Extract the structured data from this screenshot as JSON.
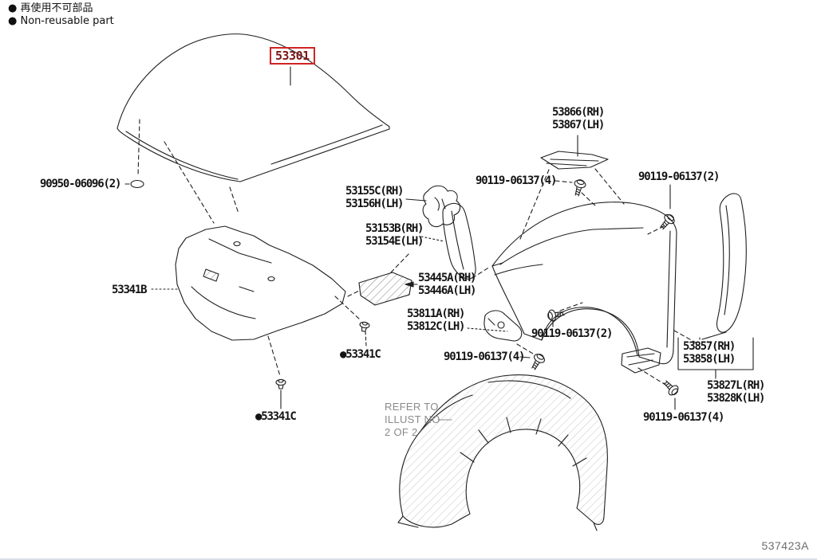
{
  "legend": {
    "nonreusable_cjk": "● 再使用不可部品",
    "nonreusable_en": "● Non-reusable part"
  },
  "highlight": {
    "part_number": "53301"
  },
  "labels": [
    {
      "line1": "90950-06096(2)"
    },
    {
      "line1": "53155C(RH)",
      "line2": "53156H(LH)"
    },
    {
      "line1": "53153B(RH)",
      "line2": "53154E(LH)"
    },
    {
      "line1": "53445A(RH)",
      "line2": "53446A(LH)"
    },
    {
      "line1": "53811A(RH)",
      "line2": "53812C(LH)"
    },
    {
      "line1": "53341B"
    },
    {
      "line1": "●53341C"
    },
    {
      "line1": "●53341C"
    },
    {
      "line1": "90119-06137(4)"
    },
    {
      "line1": "90119-06137(2)"
    },
    {
      "line1": "90119-06137(2)"
    },
    {
      "line1": "90119-06137(4)"
    },
    {
      "line1": "90119-06137(4)"
    },
    {
      "line1": "53866(RH)",
      "line2": "53867(LH)"
    },
    {
      "line1": "53857(RH)",
      "line2": "53858(LH)"
    },
    {
      "line1": "53827L(RH)",
      "line2": "53828K(LH)"
    }
  ],
  "note": {
    "line1": "REFER TO",
    "line2": "ILLUST NO",
    "line3": "2 OF 2"
  },
  "doc_number": "537423A",
  "colors": {
    "highlight_box": "#cf2424",
    "highlight_text": "#7d1616",
    "line": "#1f1f1f",
    "muted_text": "#8a8a8a"
  }
}
